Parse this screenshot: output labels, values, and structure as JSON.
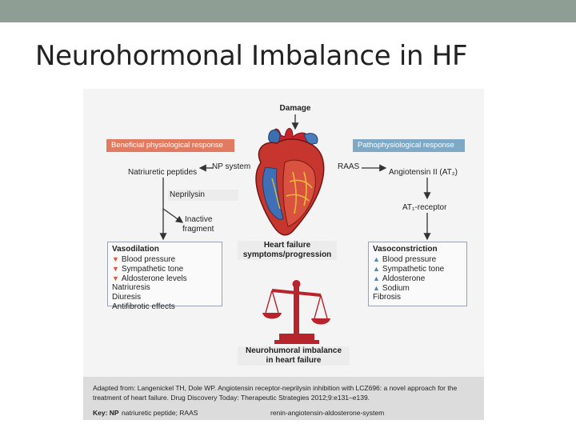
{
  "slide": {
    "title": "Neurohormonal Imbalance in HF"
  },
  "colors": {
    "top_bar": "#8f9e94",
    "beneficial_band": "#e07b62",
    "pathophysiological_band": "#7ea8c4",
    "scale": "#b8242c",
    "down_arrow": "#d5593a",
    "up_arrow": "#5a86a8"
  },
  "diagram": {
    "damage": "Damage",
    "beneficial_response": "Beneficial physiological response",
    "pathophysiological_response": "Pathophysiological response",
    "np_system": "NP system",
    "raas": "RAAS",
    "natriuretic_peptides": "Natriuretic peptides",
    "angiotensin_ii": "Angiotensin II (AT₂)",
    "neprilysin": "Neprilysin",
    "at1_receptor": "AT₁-receptor",
    "inactive_fragment": [
      "Inactive",
      "fragment"
    ],
    "heart_failure_label": [
      "Heart failure",
      "symptoms/progression"
    ],
    "imbalance_label": [
      "Neurohumoral imbalance",
      "in heart failure"
    ],
    "left_box": {
      "heading": "Vasodilation",
      "down_items": [
        "Blood pressure",
        "Sympathetic tone",
        "Aldosterone levels"
      ],
      "plain_items": [
        "Natriuresis",
        "Diuresis",
        "Antifibrotic effects"
      ]
    },
    "right_box": {
      "heading": "Vasoconstriction",
      "up_items": [
        "Blood pressure",
        "Sympathetic tone",
        "Aldosterone",
        "Sodium"
      ],
      "plain_items": [
        "Fibrosis"
      ]
    }
  },
  "footer": {
    "reference": [
      "Adapted from: Langenickel TH, Dole WP. Angiotensin receptor-neprilysin inhibition with LCZ696: a novel approach for the",
      "treatment of heart failure. Drug Discovery Today: Therapeutic Strategies 2012;9:e131–e139."
    ],
    "key_label": "Key: NP",
    "key_np": "natriuretic peptide; RAAS",
    "key_raas": "renin-angiotensin-aldosterone-system"
  }
}
